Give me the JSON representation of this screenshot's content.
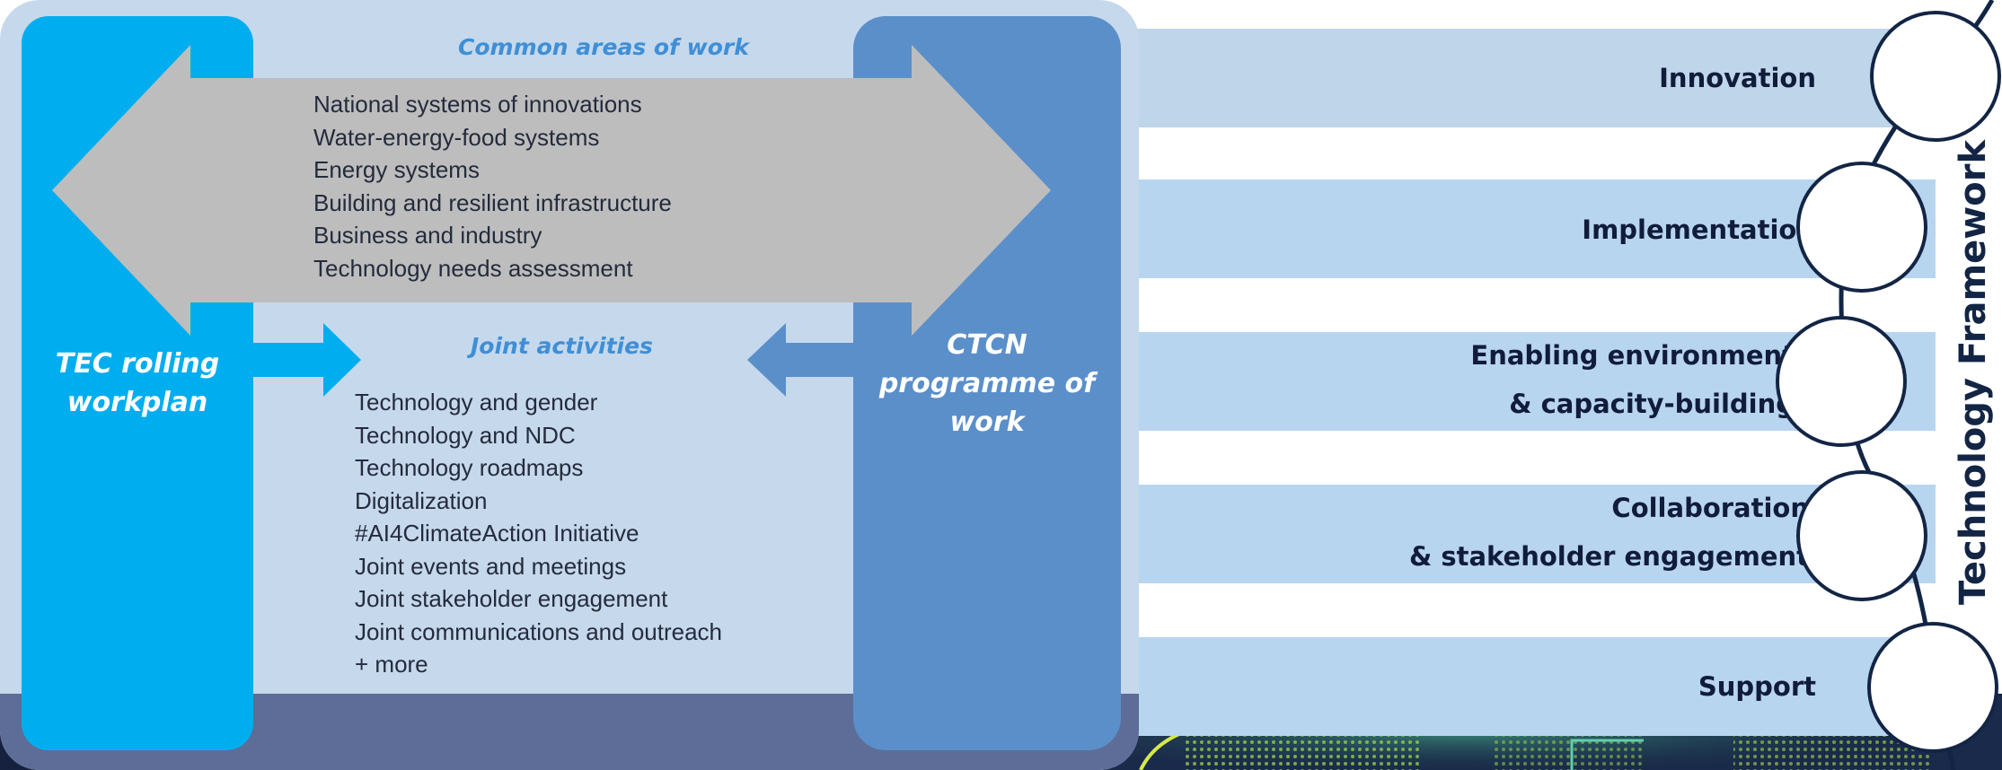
{
  "tec": {
    "title_line1": "TEC rolling",
    "title_line2": "workplan"
  },
  "ctcn": {
    "title_line1": "CTCN",
    "title_line2": "programme of",
    "title_line3": "work"
  },
  "common_areas": {
    "heading": "Common areas of work",
    "items": [
      "National systems of innovations",
      "Water-energy-food systems",
      "Energy systems",
      "Building and resilient infrastructure",
      "Business and industry",
      "Technology needs assessment"
    ]
  },
  "joint_activities": {
    "heading": "Joint activities",
    "items": [
      "Technology and gender",
      "Technology and NDC",
      "Technology roadmaps",
      "Digitalization",
      "#AI4ClimateAction Initiative",
      "Joint events and meetings",
      "Joint stakeholder engagement",
      "Joint communications and outreach",
      "+ more"
    ]
  },
  "framework": {
    "title": "Technology Framework",
    "components": [
      {
        "line1": "Innovation",
        "line2": ""
      },
      {
        "line1": "Implementation",
        "line2": ""
      },
      {
        "line1": "Enabling environment",
        "line2": "& capacity-building"
      },
      {
        "line1": "Collaboration",
        "line2": "& stakeholder engagement"
      },
      {
        "line1": "Support",
        "line2": ""
      }
    ]
  },
  "colors": {
    "tec_blue": "#00aeef",
    "ctcn_blue": "#5b8fca",
    "panel": "#c6d8ec",
    "arrow_gray": "#bdbdbd",
    "stripe": "#b7d4ee",
    "navy": "#132545"
  }
}
